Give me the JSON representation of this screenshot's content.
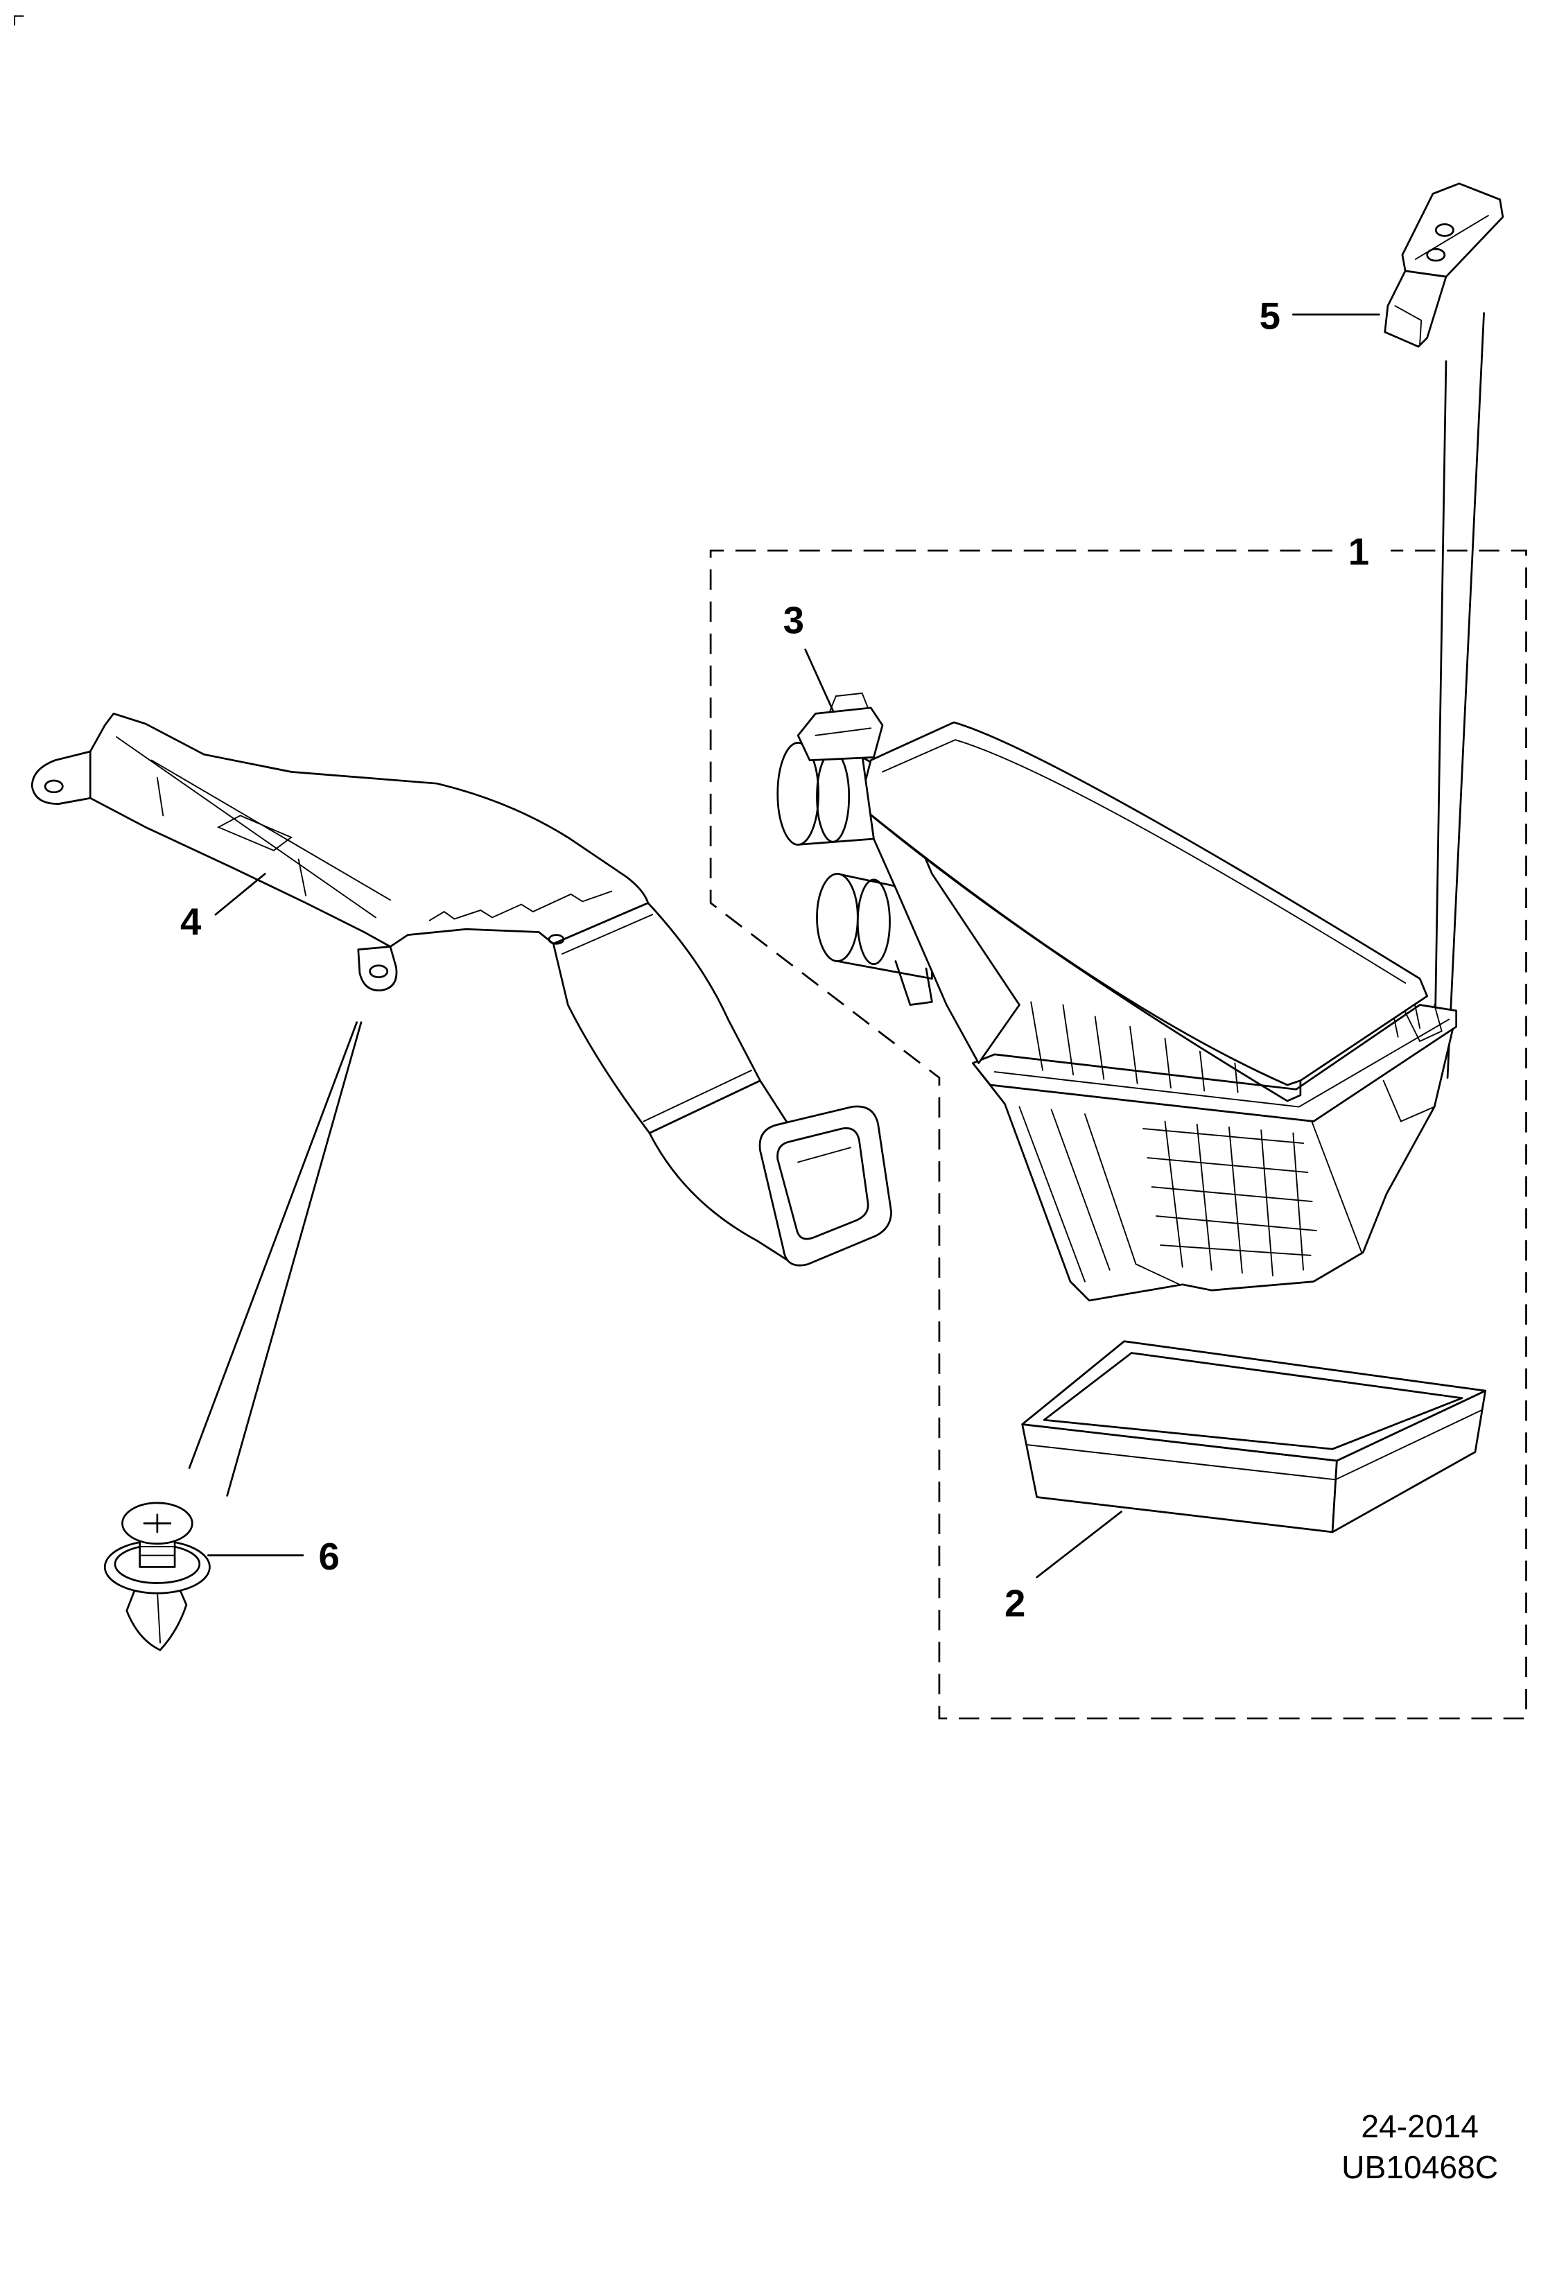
{
  "callouts": {
    "part_1": "1",
    "part_2": "2",
    "part_3": "3",
    "part_4": "4",
    "part_5": "5",
    "part_6": "6"
  },
  "footer": {
    "date_code": "24-2014",
    "drawing_number": "UB10468C"
  },
  "colors": {
    "line": "#000000",
    "background": "#ffffff"
  }
}
